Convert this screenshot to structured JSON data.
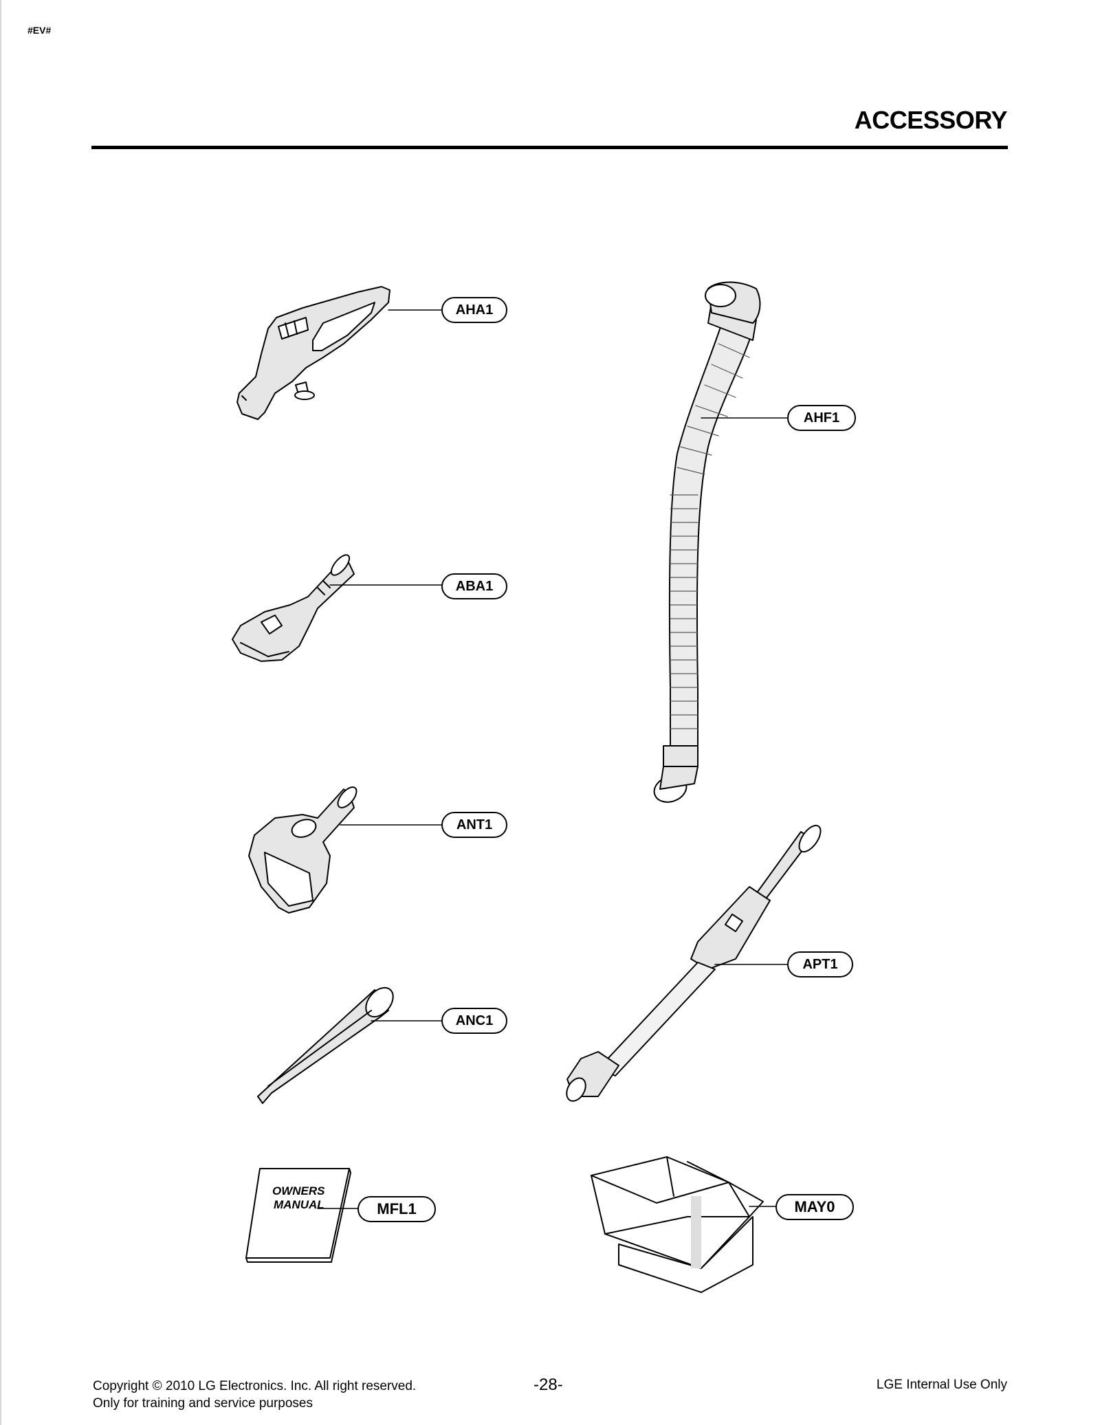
{
  "doc_code": "#EV#",
  "section_title": "ACCESSORY",
  "parts": {
    "aha1": "AHA1",
    "ahf1": "AHF1",
    "aba1": "ABA1",
    "ant1": "ANT1",
    "apt1": "APT1",
    "anc1": "ANC1",
    "mfl1": "MFL1",
    "may0": "MAY0"
  },
  "manual_cover": {
    "line1": "OWNERS",
    "line2": "MANUAL"
  },
  "footer": {
    "copyright": "Copyright © 2010 LG Electronics. Inc. All right reserved.",
    "note": "Only for training and service purposes",
    "page_number": "-28-",
    "internal": "LGE Internal Use Only"
  }
}
